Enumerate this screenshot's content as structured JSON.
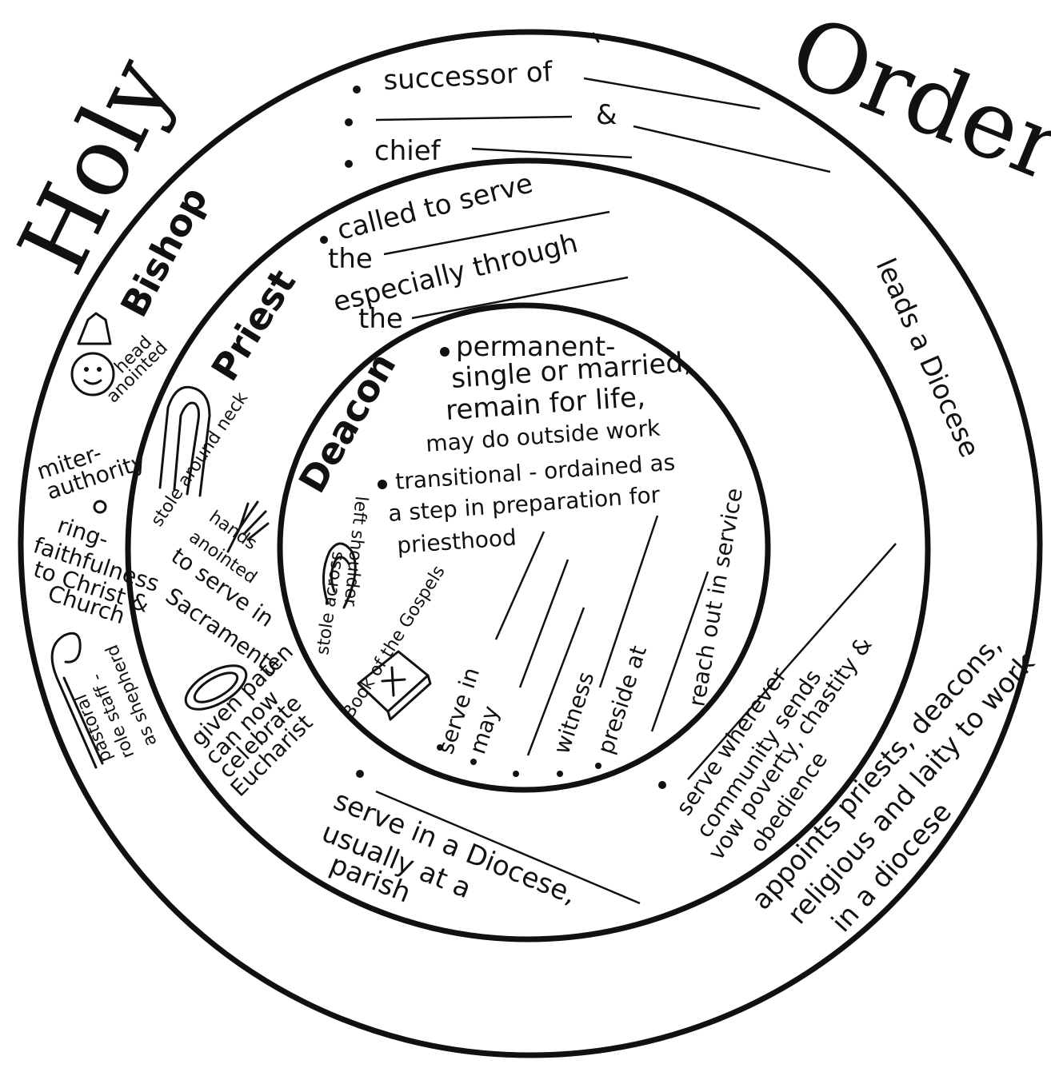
{
  "title": {
    "word1": "Holy",
    "word2": "Orders"
  },
  "bishop": {
    "label": "Bishop",
    "duties": {
      "successor": "successor of",
      "and": "&",
      "chief": "chief"
    },
    "leads": "leads a Diocese",
    "appoints": [
      "appoints priests, deacons,",
      "religious and laity to work",
      "in a diocese"
    ],
    "symbols": {
      "head": [
        "head",
        "anointed"
      ],
      "miter": [
        "miter-",
        "authority"
      ],
      "ring": [
        "ring-",
        "faithfulness",
        "to Christ &",
        "Church"
      ],
      "staff": [
        "pastoral",
        "role staff -",
        "as shepherd"
      ]
    }
  },
  "priest": {
    "label": "Priest",
    "called": [
      "called to serve",
      "the",
      "especially through",
      "the"
    ],
    "parish": [
      "serve in a Diocese,",
      "usually at a",
      "parish"
    ],
    "community": [
      "serve wherever",
      "community sends",
      "vow poverty, chastity &",
      "obedience"
    ],
    "symbols": {
      "stole": "stole around neck",
      "hands": [
        "hands",
        "anointed",
        "to serve in",
        "Sacraments"
      ],
      "paten": [
        "given paten",
        "can now",
        "celebrate",
        "Eucharist"
      ]
    }
  },
  "deacon": {
    "label": "Deacon",
    "permanent": [
      "permanent-",
      "single or married,",
      "remain for life,",
      "may do outside work"
    ],
    "transitional": [
      "transitional - ordained as",
      "a step in preparation for",
      "priesthood"
    ],
    "stole": [
      "stole across",
      "left shoulder"
    ],
    "book": "Book of the Gospels",
    "tasks": [
      "serve in",
      "may",
      "",
      "witness",
      "preside at",
      "reach out in service"
    ]
  }
}
